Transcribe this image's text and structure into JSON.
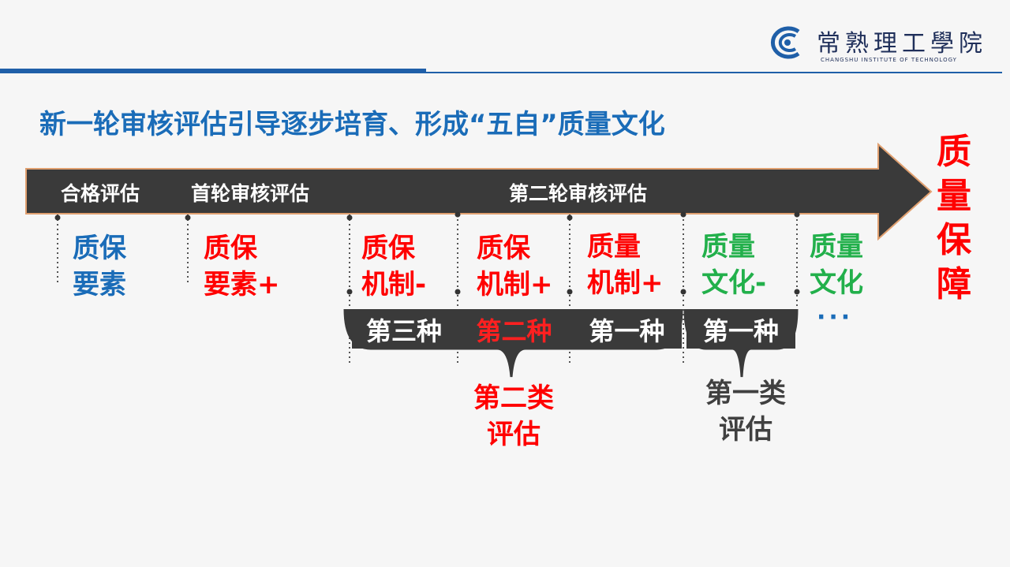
{
  "header": {
    "logo_name": "常熟理工學院",
    "logo_english": "CHANGSHU INSTITUTE OF TECHNOLOGY"
  },
  "title": "新一轮审核评估引导逐步培育、形成“五自”质量文化",
  "stages": {
    "s1": "合格评估",
    "s2": "首轮审核评估",
    "s3": "第二轮审核评估"
  },
  "columns": {
    "c1": {
      "line1": "质保",
      "line2": "要素"
    },
    "c2": {
      "line1": "质保",
      "line2": "要素+"
    },
    "c3": {
      "line1": "质保",
      "line2": "机制-"
    },
    "c4": {
      "line1": "质保",
      "line2": "机制+"
    },
    "c5": {
      "line1": "质量",
      "line2": "机制+"
    },
    "c6": {
      "line1": "质量",
      "line2": "文化-"
    },
    "c7": {
      "line1": "质量",
      "line2": "文化"
    }
  },
  "kinds": {
    "k1": "第三种",
    "k2": "第二种",
    "k3": "第一种",
    "k4": "第一种"
  },
  "ellipsis": "···",
  "categories": {
    "cat2": {
      "line1": "第二类",
      "line2": "评估"
    },
    "cat1": {
      "line1": "第一类",
      "line2": "评估"
    }
  },
  "arrow_end_label": "质量保障",
  "colors": {
    "blue": "#1a6cb8",
    "red": "#ff0000",
    "green": "#22b04b",
    "arrow": "#3a3a3a"
  }
}
